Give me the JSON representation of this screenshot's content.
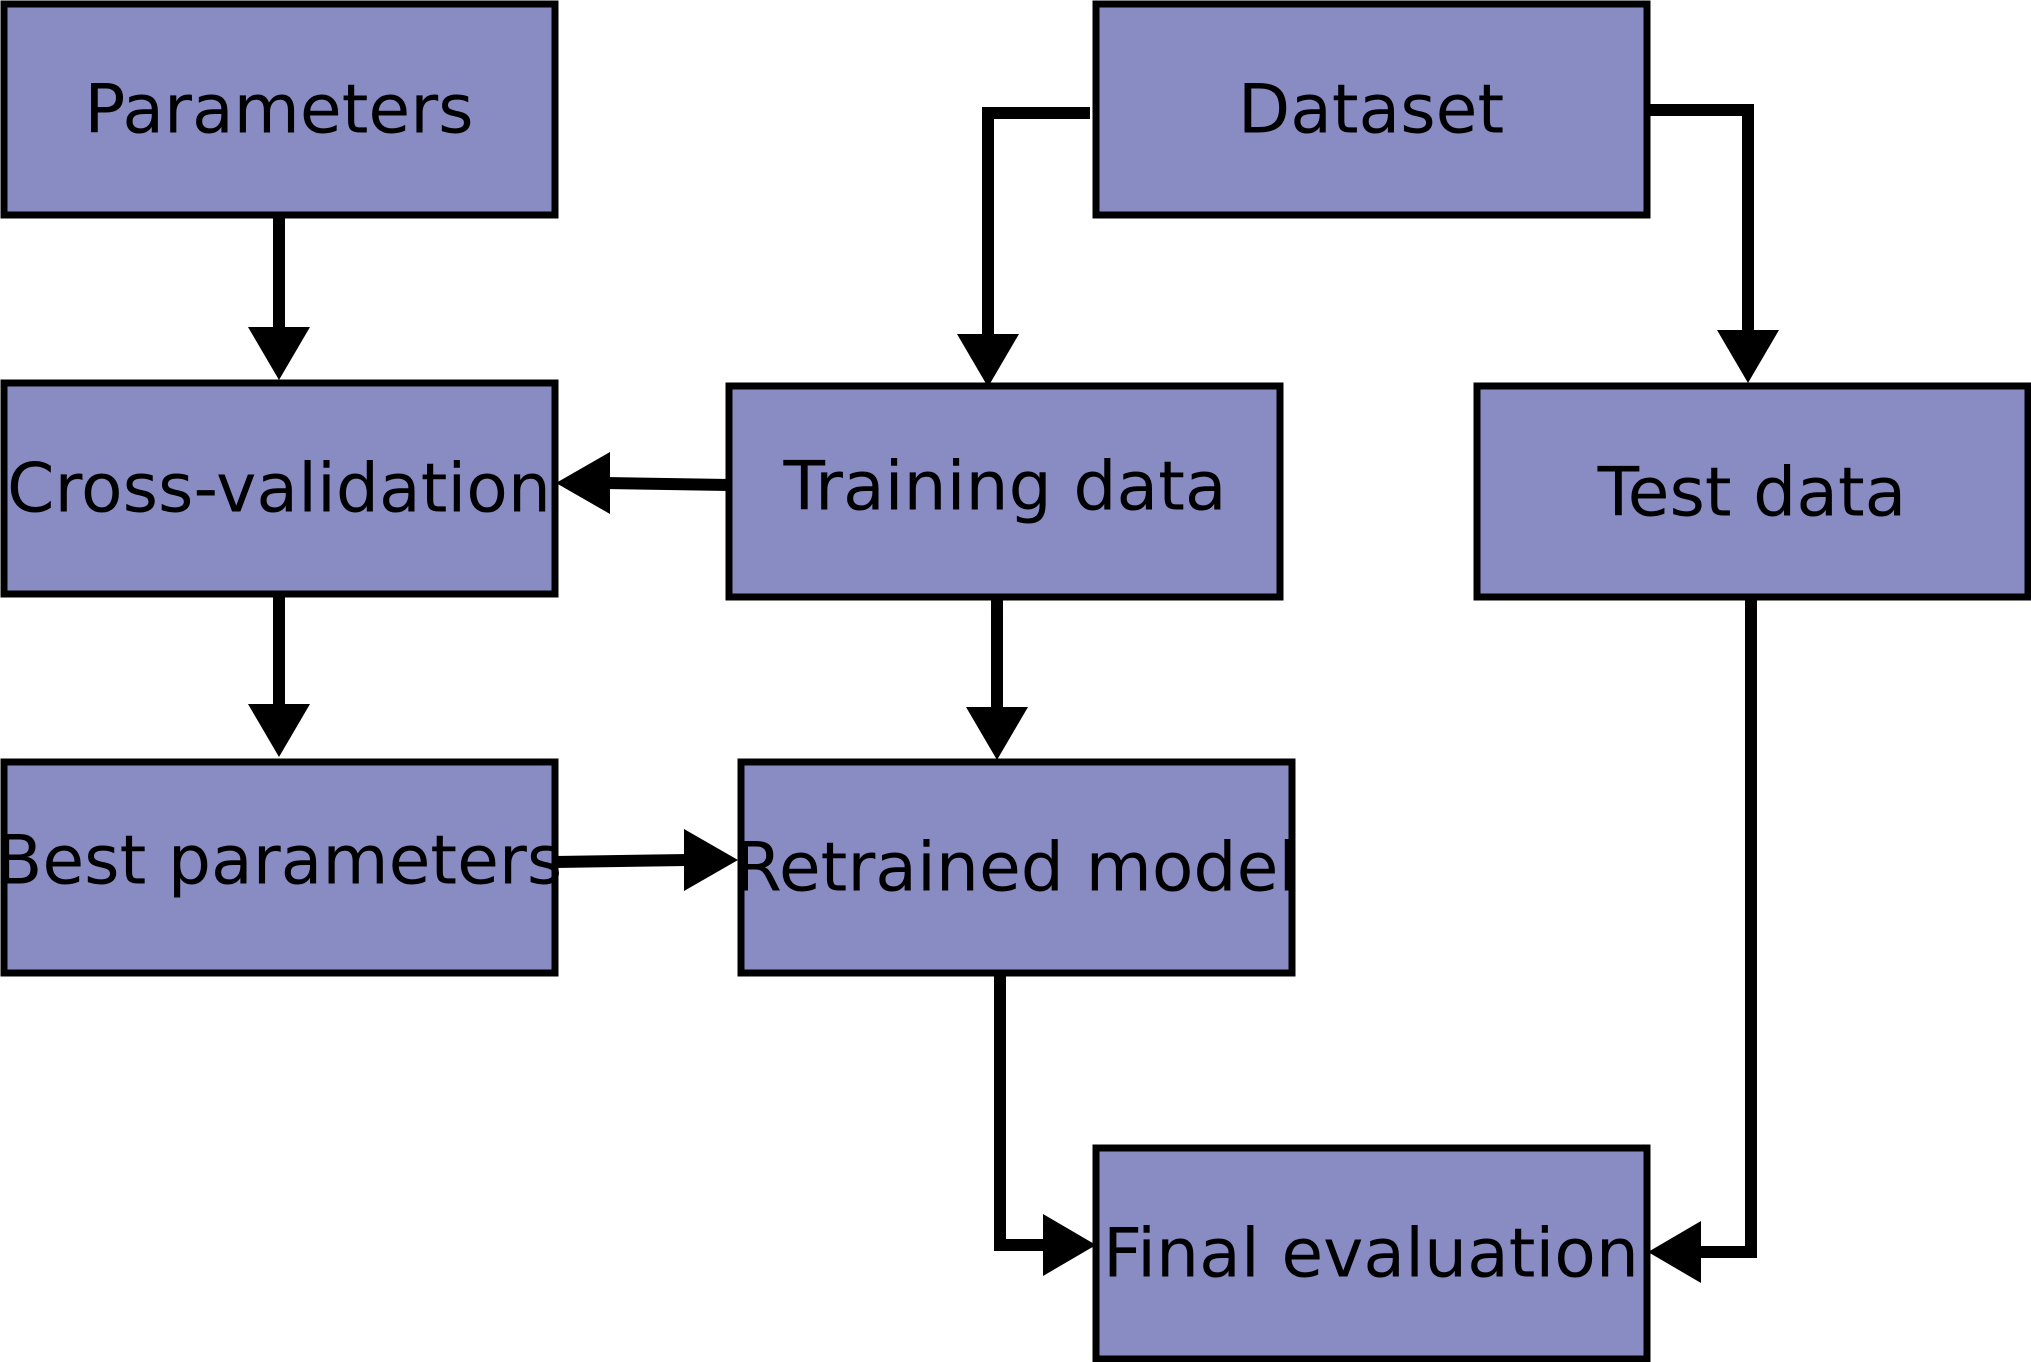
{
  "diagram": {
    "nodes": [
      {
        "id": "parameters",
        "label": "Parameters"
      },
      {
        "id": "dataset",
        "label": "Dataset"
      },
      {
        "id": "cross-validation",
        "label": "Cross-validation"
      },
      {
        "id": "training-data",
        "label": "Training data"
      },
      {
        "id": "test-data",
        "label": "Test data"
      },
      {
        "id": "best-parameters",
        "label": "Best parameters"
      },
      {
        "id": "retrained-model",
        "label": "Retrained model"
      },
      {
        "id": "final-evaluation",
        "label": "Final evaluation"
      }
    ],
    "edges": [
      {
        "from": "parameters",
        "to": "cross-validation"
      },
      {
        "from": "dataset",
        "to": "training-data"
      },
      {
        "from": "dataset",
        "to": "test-data"
      },
      {
        "from": "training-data",
        "to": "cross-validation"
      },
      {
        "from": "cross-validation",
        "to": "best-parameters"
      },
      {
        "from": "training-data",
        "to": "retrained-model"
      },
      {
        "from": "best-parameters",
        "to": "retrained-model"
      },
      {
        "from": "retrained-model",
        "to": "final-evaluation"
      },
      {
        "from": "test-data",
        "to": "final-evaluation"
      }
    ],
    "colors": {
      "node_fill": "#898bc3",
      "stroke": "#000000",
      "background": "#ffffff"
    }
  }
}
